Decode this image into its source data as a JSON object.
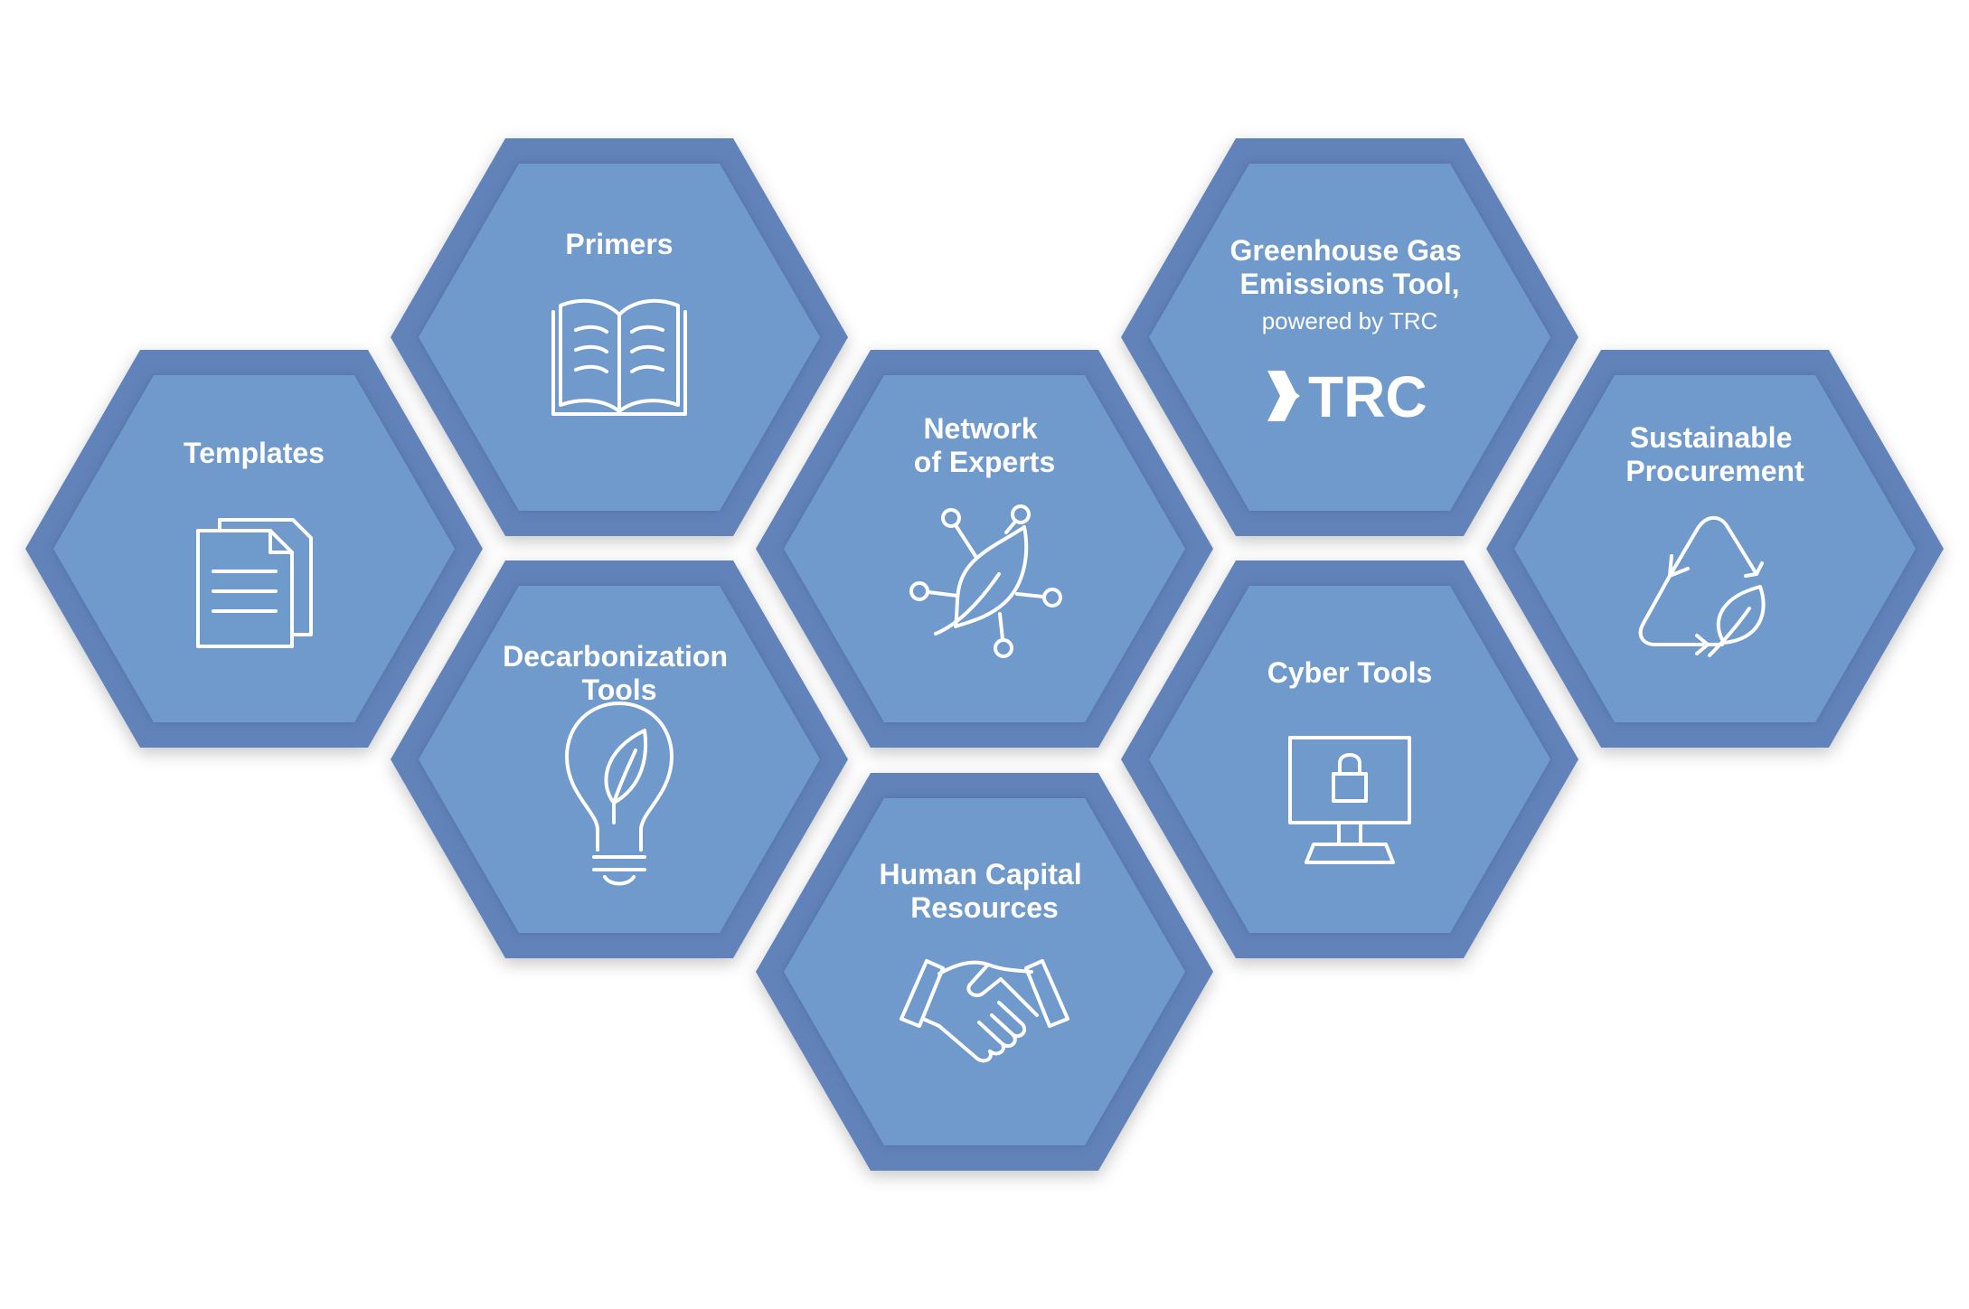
{
  "colors": {
    "hex_border": "#6282BA",
    "hex_fill": "#6F9ACC",
    "text": "#ffffff",
    "background": "#ffffff"
  },
  "tiles": {
    "templates": {
      "lines": [
        "Templates"
      ],
      "icon": "document-stack-icon"
    },
    "primers": {
      "lines": [
        "Primers"
      ],
      "icon": "open-book-icon"
    },
    "decarbonization_tools": {
      "lines": [
        "Decarbonization",
        "Tools"
      ],
      "icon": "lightbulb-leaf-icon"
    },
    "network_of_experts": {
      "lines": [
        "Network",
        "of Experts"
      ],
      "icon": "network-leaf-icon"
    },
    "human_capital_resources": {
      "lines": [
        "Human Capital",
        "Resources"
      ],
      "icon": "handshake-icon"
    },
    "ghg_emissions_tool": {
      "lines": [
        "Greenhouse Gas",
        "Emissions Tool,"
      ],
      "subtitle": "powered by TRC",
      "logo_text": "TRC",
      "icon": "trc-logo"
    },
    "cyber_tools": {
      "lines": [
        "Cyber Tools"
      ],
      "icon": "monitor-lock-icon"
    },
    "sustainable_procurement": {
      "lines": [
        "Sustainable",
        "Procurement"
      ],
      "icon": "recycle-leaf-icon"
    }
  }
}
